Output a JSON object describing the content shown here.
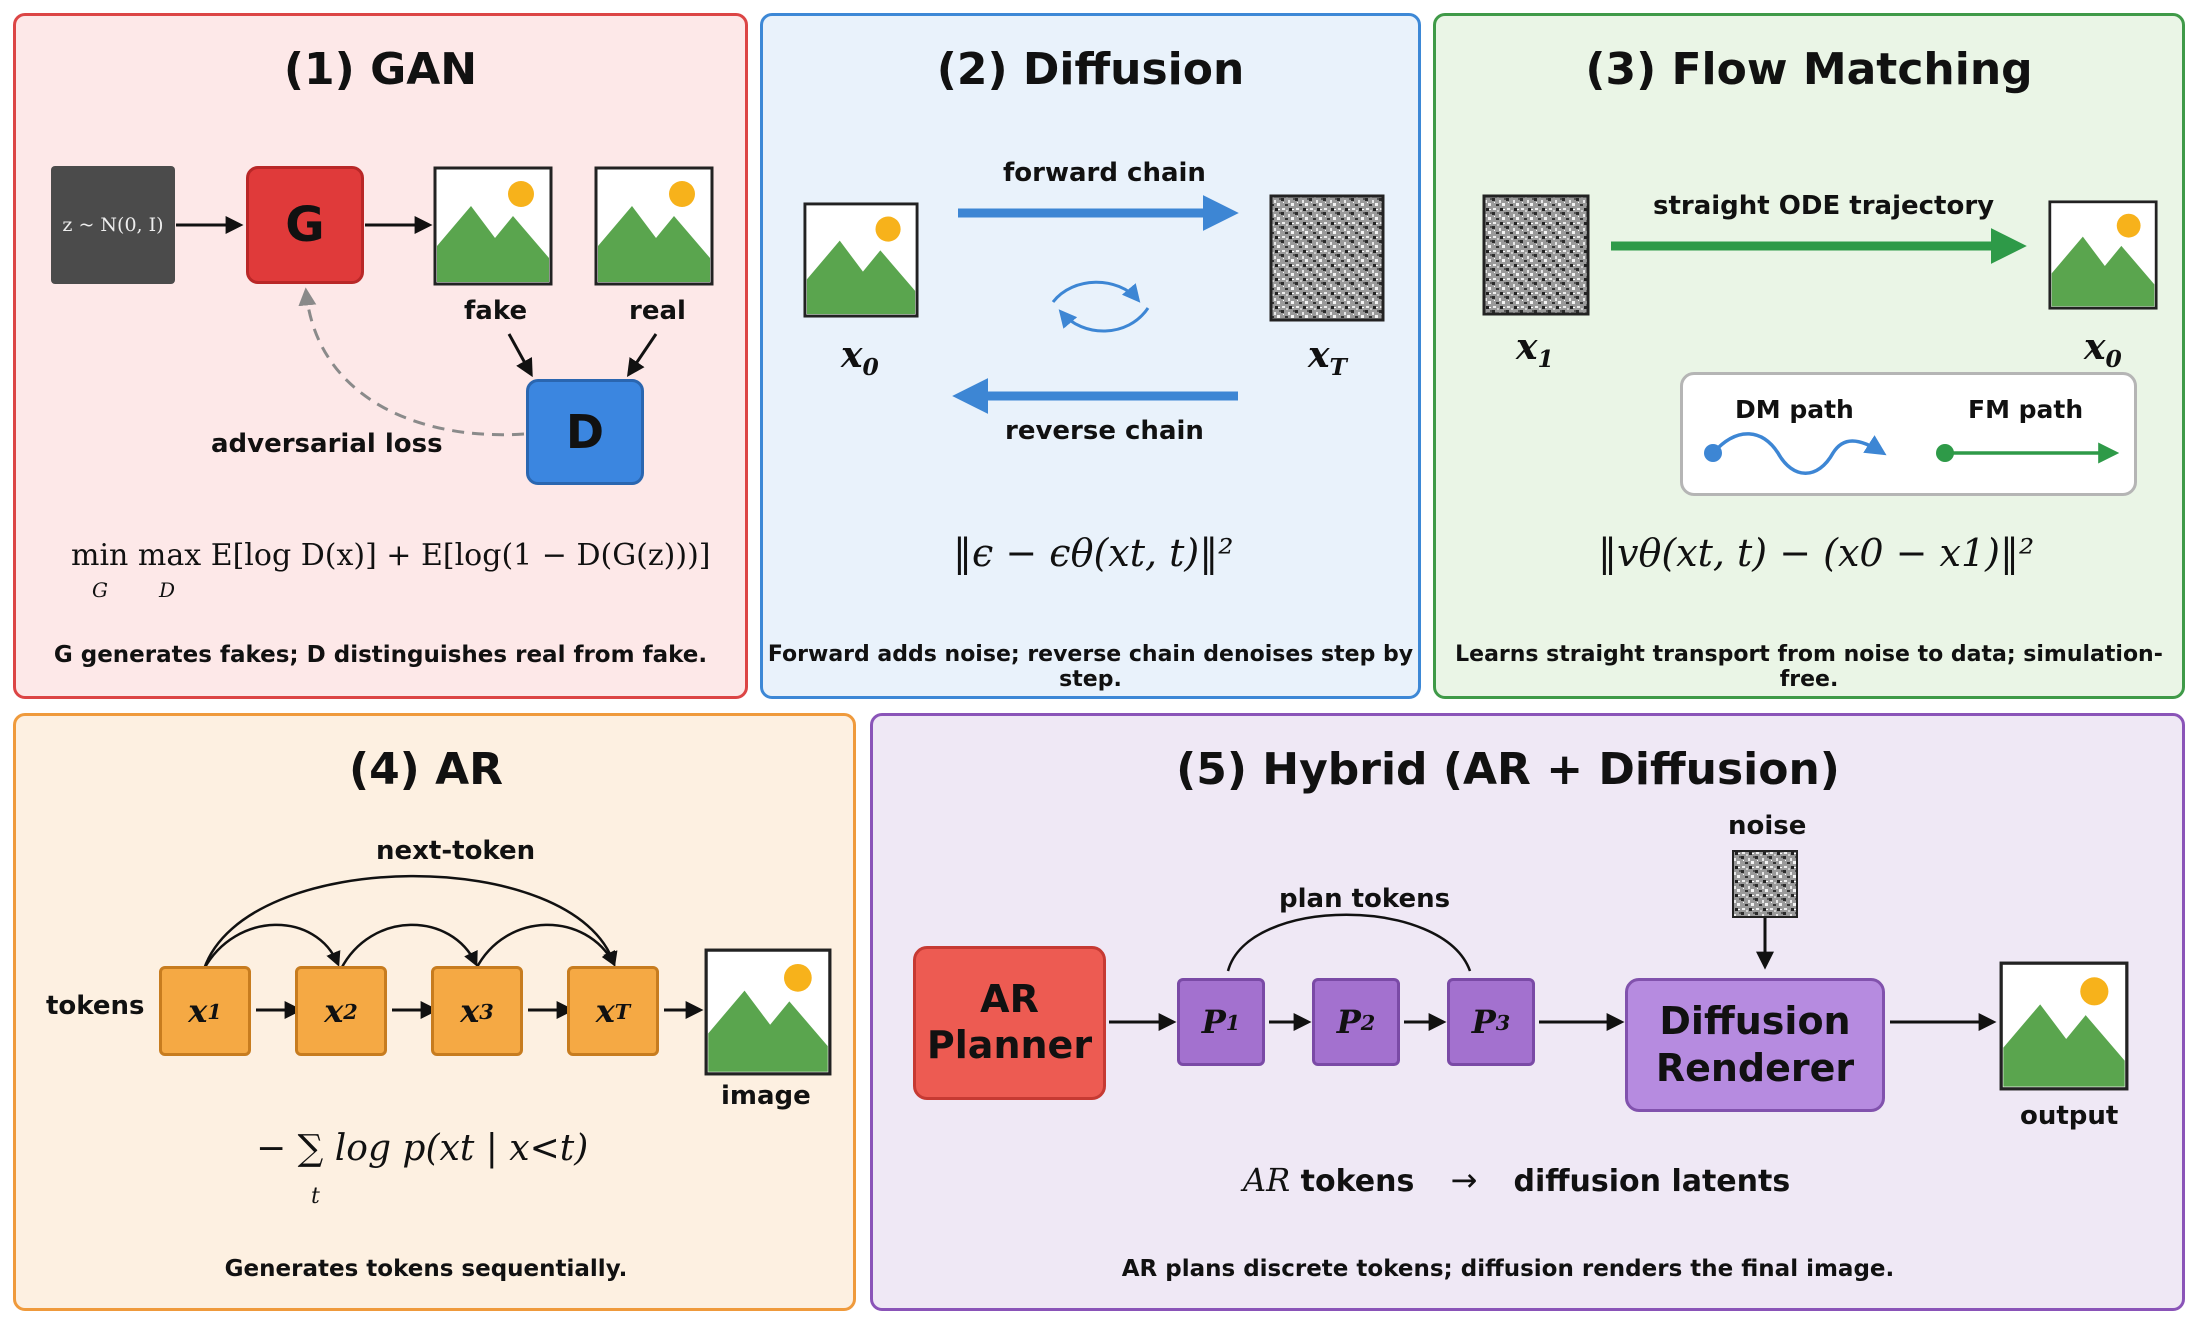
{
  "colors": {
    "gan_bg": "#fde8e8",
    "gan_border": "#dc4545",
    "diff_bg": "#e9f2fb",
    "diff_border": "#3d88d6",
    "fm_bg": "#eaf5e6",
    "fm_border": "#3f9a48",
    "ar_bg": "#fdf0e1",
    "ar_border": "#ef9a3c",
    "hybrid_bg": "#efe8f5",
    "hybrid_border": "#8a54b8",
    "generator": "#e03a3a",
    "discriminator": "#3b86e0",
    "token": "#f5a944",
    "plan": "#a371cf",
    "renderer": "#b68be0",
    "planner": "#ed5b52"
  },
  "gan": {
    "title": "(1) GAN",
    "latent": "z ~ N(0, I)",
    "generator": "G",
    "discriminator": "D",
    "fake": "fake",
    "real": "real",
    "adversarial_loss": "adversarial loss",
    "equation": "min max E[log D(x)] + E[log(1 − D(G(z)))]",
    "eq_sub_g": "G",
    "eq_sub_d": "D",
    "caption": "G generates fakes; D distinguishes real from fake."
  },
  "diffusion": {
    "title": "(2) Diffusion",
    "forward": "forward chain",
    "reverse": "reverse chain",
    "x0": "x",
    "x0_sub": "0",
    "xT": "x",
    "xT_sub": "T",
    "equation": "‖ϵ − ϵθ(xt, t)‖²",
    "caption": "Forward adds noise; reverse chain denoises step by step."
  },
  "flow": {
    "title": "(3) Flow Matching",
    "trajectory": "straight ODE trajectory",
    "x1": "x",
    "x1_sub": "1",
    "x0": "x",
    "x0_sub": "0",
    "dm_path": "DM path",
    "fm_path": "FM path",
    "equation": "‖vθ(xt, t) − (x0 − x1)‖²",
    "caption": "Learns straight transport from noise to data; simulation-free."
  },
  "ar": {
    "title": "(4) AR",
    "next_token": "next-token",
    "tokens_label": "tokens",
    "tokens": [
      {
        "main": "x",
        "sub": "1"
      },
      {
        "main": "x",
        "sub": "2"
      },
      {
        "main": "x",
        "sub": "3"
      },
      {
        "main": "x",
        "sub": "T"
      }
    ],
    "image_label": "image",
    "equation": "− ∑ log p(xt | x<t)",
    "eq_sub": "t",
    "caption": "Generates tokens sequentially."
  },
  "hybrid": {
    "title": "(5) Hybrid (AR + Diffusion)",
    "planner_line1": "AR",
    "planner_line2": "Planner",
    "plan_tokens_label": "plan tokens",
    "plan_tokens": [
      {
        "main": "P",
        "sub": "1"
      },
      {
        "main": "P",
        "sub": "2"
      },
      {
        "main": "P",
        "sub": "3"
      }
    ],
    "noise": "noise",
    "renderer_line1": "Diffusion",
    "renderer_line2": "Renderer",
    "output": "output",
    "flow_left": "AR",
    "flow_left_rest": " tokens",
    "flow_arrow": "→",
    "flow_right": "diffusion latents",
    "caption": "AR plans discrete tokens; diffusion renders the final image."
  }
}
